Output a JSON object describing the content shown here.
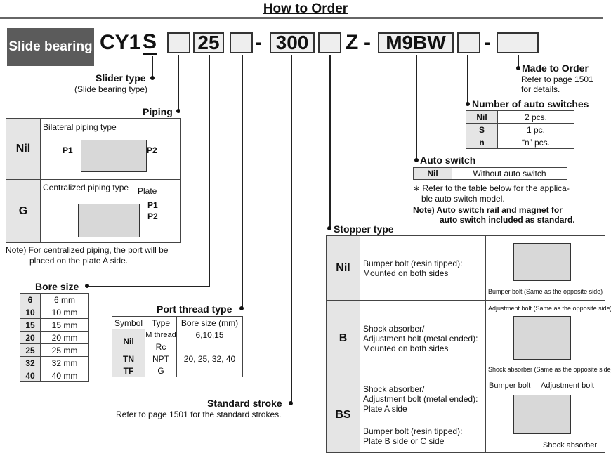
{
  "title": "How to Order",
  "badge": "Slide bearing",
  "code": {
    "prefix": "CY1",
    "s": "S",
    "bore": "25",
    "stroke": "300",
    "z": "Z",
    "switch": "M9BW"
  },
  "slider": {
    "label": "Slider type",
    "note": "(Slide bearing type)"
  },
  "made": {
    "label": "Made to Order",
    "note1": "Refer to page 1501",
    "note2": "for details."
  },
  "numsw": {
    "label": "Number of auto switches",
    "rows": [
      [
        "Nil",
        "2 pcs."
      ],
      [
        "S",
        "1 pc."
      ],
      [
        "n",
        "“n” pcs."
      ]
    ]
  },
  "autosw": {
    "label": "Auto switch",
    "nil": "Nil",
    "val": "Without auto switch",
    "note1": "∗ Refer to the table below for the applica-",
    "note2": "ble auto switch model.",
    "note3": "Note)  Auto switch rail and magnet for",
    "note4": "auto switch included as standard."
  },
  "piping": {
    "label": "Piping",
    "nil": "Nil",
    "nil_desc": "Bilateral piping type",
    "g": "G",
    "g_desc": "Centralized piping type",
    "plate": "Plate",
    "p1": "P1",
    "p2": "P2",
    "note1": "Note) For centralized piping, the port will be",
    "note2": "placed on the plate A side."
  },
  "bore": {
    "label": "Bore size",
    "rows": [
      [
        "6",
        "6 mm"
      ],
      [
        "10",
        "10 mm"
      ],
      [
        "15",
        "15 mm"
      ],
      [
        "20",
        "20 mm"
      ],
      [
        "25",
        "25 mm"
      ],
      [
        "32",
        "32 mm"
      ],
      [
        "40",
        "40 mm"
      ]
    ]
  },
  "port": {
    "label": "Port thread type",
    "h1": "Symbol",
    "h2": "Type",
    "h3": "Bore size (mm)",
    "nil": "Nil",
    "m": "M thread",
    "m_b": "6,10,15",
    "rc": "Rc",
    "tn": "TN",
    "npt": "NPT",
    "tf": "TF",
    "g": "G",
    "b2": "20, 25, 32, 40"
  },
  "stroke": {
    "label": "Standard stroke",
    "note": "Refer to page 1501 for the standard strokes."
  },
  "stopper": {
    "label": "Stopper type",
    "nil": "Nil",
    "nil_d1": "Bumper bolt (resin tipped):",
    "nil_d2": "Mounted on both sides",
    "nil_c": "Bumper bolt (Same as the opposite side)",
    "b": "B",
    "b_d1": "Shock absorber/",
    "b_d2": "Adjustment bolt (metal ended):",
    "b_d3": "Mounted on both sides",
    "b_c1": "Adjustment bolt (Same as the opposite side)",
    "b_c2": "Shock absorber (Same as the opposite side)",
    "bs": "BS",
    "bs_d1": "Shock absorber/",
    "bs_d2": "Adjustment bolt (metal ended):",
    "bs_d3": "Plate A side",
    "bs_d4": "Bumper bolt (resin tipped):",
    "bs_d5": "Plate B side or C side",
    "bs_c1": "Bumper bolt",
    "bs_c2": "Adjustment bolt",
    "bs_c3": "Shock absorber"
  }
}
